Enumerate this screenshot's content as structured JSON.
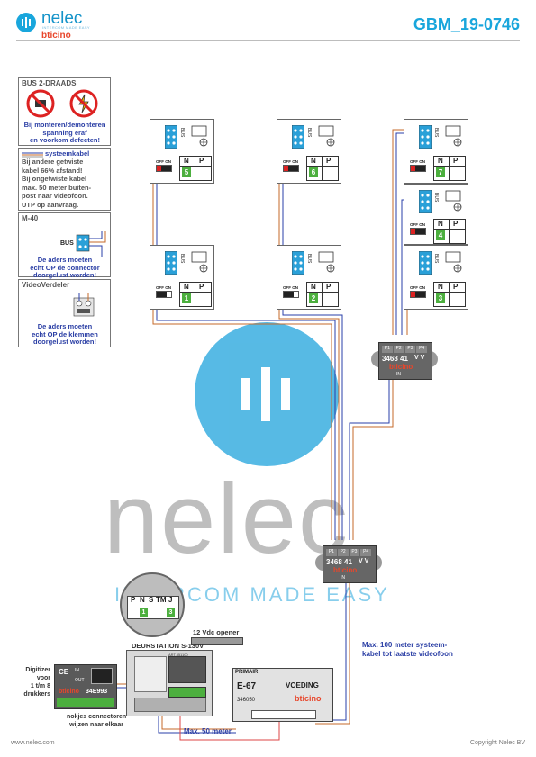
{
  "header": {
    "brand": "nelec",
    "brand_sub": "INTERCOM MADE EASY",
    "brand_bt": "bticino",
    "doc_id": "GBM_19-0746"
  },
  "legend": {
    "bus_title": "BUS 2-DRAADS",
    "bus_warning": [
      "Bij monteren/demonteren",
      "spanning eraf",
      "en voorkom defecten!"
    ],
    "cable_title": "systeemkabel",
    "cable_lines": [
      "Bij andere getwiste",
      "kabel 66% afstand!",
      "Bij ongetwiste kabel",
      "max. 50 meter buiten-",
      "post naar videofoon.",
      "UTP op aanvraag."
    ],
    "m40_title": "M-40",
    "m40_bus": "BUS",
    "m40_note": [
      "De aders moeten",
      "echt OP de connector",
      "doorgelust worden!"
    ],
    "vv_title": "VideoVerdeler",
    "vv_note": [
      "De aders moeten",
      "echt OP de klemmen",
      "doorgelust worden!"
    ]
  },
  "monitor_labels": {
    "n": "N",
    "p": "P",
    "offon": "OFF ON",
    "bus": "BUS"
  },
  "monitors": [
    {
      "id": "5"
    },
    {
      "id": "6"
    },
    {
      "id": "7"
    },
    {
      "id": "4"
    },
    {
      "id": "1"
    },
    {
      "id": "2"
    },
    {
      "id": "3"
    }
  ],
  "splitter": {
    "model": "3468 41",
    "vv": "V V",
    "brand": "bticino",
    "ports": [
      "P1",
      "P2",
      "P3",
      "P4"
    ],
    "in": "IN"
  },
  "detail": {
    "labels": [
      "P",
      "N",
      "S",
      "TM",
      "J"
    ],
    "marks": [
      "1",
      "3"
    ]
  },
  "opener_label": "12 Vdc opener",
  "door_station": {
    "title": "DEURSTATION S-130V",
    "model": "ART.351100"
  },
  "digitizer": {
    "label": [
      "Digitizer",
      "voor",
      "1 t/m 8",
      "drukkers"
    ],
    "model": "34E993",
    "brand": "bticino",
    "ce": "CE",
    "in": "IN",
    "out": "OUT",
    "note": [
      "nokjes connectoren",
      "wijzen naar elkaar"
    ]
  },
  "power": {
    "primair": "PRIMAIR",
    "model": "E-67",
    "voeding": "VOEDING",
    "code": "346050",
    "brand": "bticino"
  },
  "notes": {
    "max100": [
      "Max. 100 meter systeem-",
      "kabel tot laatste videofoon"
    ],
    "max50": "Max. 50 meter"
  },
  "watermark": {
    "word": "nelec",
    "tagline": "INTERCOM MADE EASY"
  },
  "footer": {
    "left": "www.nelec.com",
    "right": "Copyright Nelec BV"
  }
}
